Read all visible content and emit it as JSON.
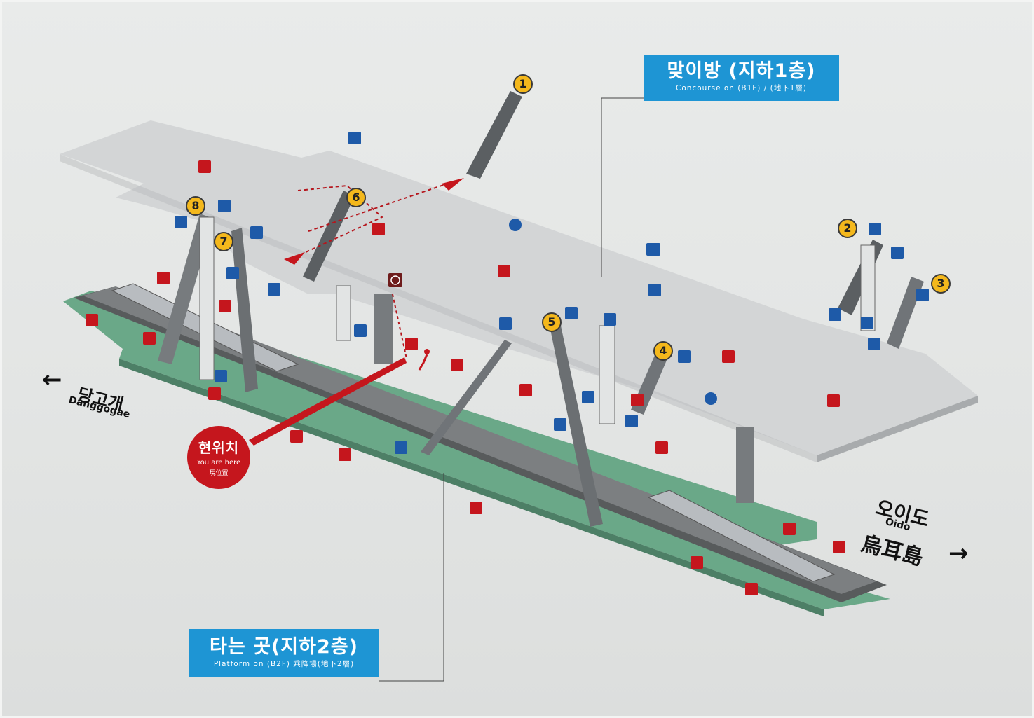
{
  "concourse_label": {
    "title": "맞이방 (지하1층)",
    "subtitle": "Concourse on (B1F) / (地下1層)"
  },
  "platform_label": {
    "title": "타는 곳(지하2층)",
    "subtitle": "Platform on (B2F) 乘降場(地下2層)"
  },
  "direction_left": {
    "arrow": "←",
    "name_ko": "당고개",
    "name_en": "Danggogae"
  },
  "direction_right": {
    "arrow": "→",
    "name_ko": "오이도",
    "name_en": "Oido",
    "name_cn": "烏耳島"
  },
  "current_location": {
    "label_ko": "현위치",
    "label_en": "You are here",
    "label_cn": "現位置"
  },
  "exits": [
    "1",
    "2",
    "3",
    "4",
    "5",
    "6",
    "7",
    "8"
  ],
  "icons": [
    "fire-extinguisher-icon",
    "sos-phone-icon",
    "escalator-icon",
    "elevator-icon",
    "restroom-icon",
    "information-icon",
    "ticket-gate-icon",
    "running-person-icon"
  ],
  "colors": {
    "label_blue": "#1e95d4",
    "platform_green": "#6fae8c",
    "concourse_grey": "#d3d5d6",
    "you_are_here_red": "#c5161d",
    "exit_yellow": "#f4b81c"
  }
}
